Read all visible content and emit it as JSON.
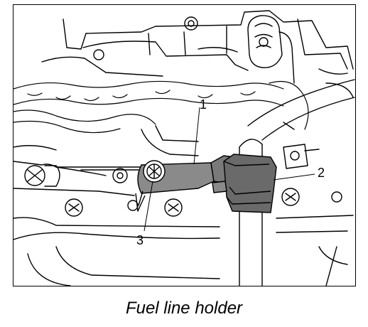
{
  "figure": {
    "callouts": {
      "c1": "1",
      "c2": "2",
      "c3": "3"
    },
    "caption": "Fuel line holder"
  },
  "colors": {
    "line": "#000000",
    "bracket_fill": "#8a8a8a",
    "clip_fill": "#6a6a6a",
    "background": "#ffffff"
  }
}
